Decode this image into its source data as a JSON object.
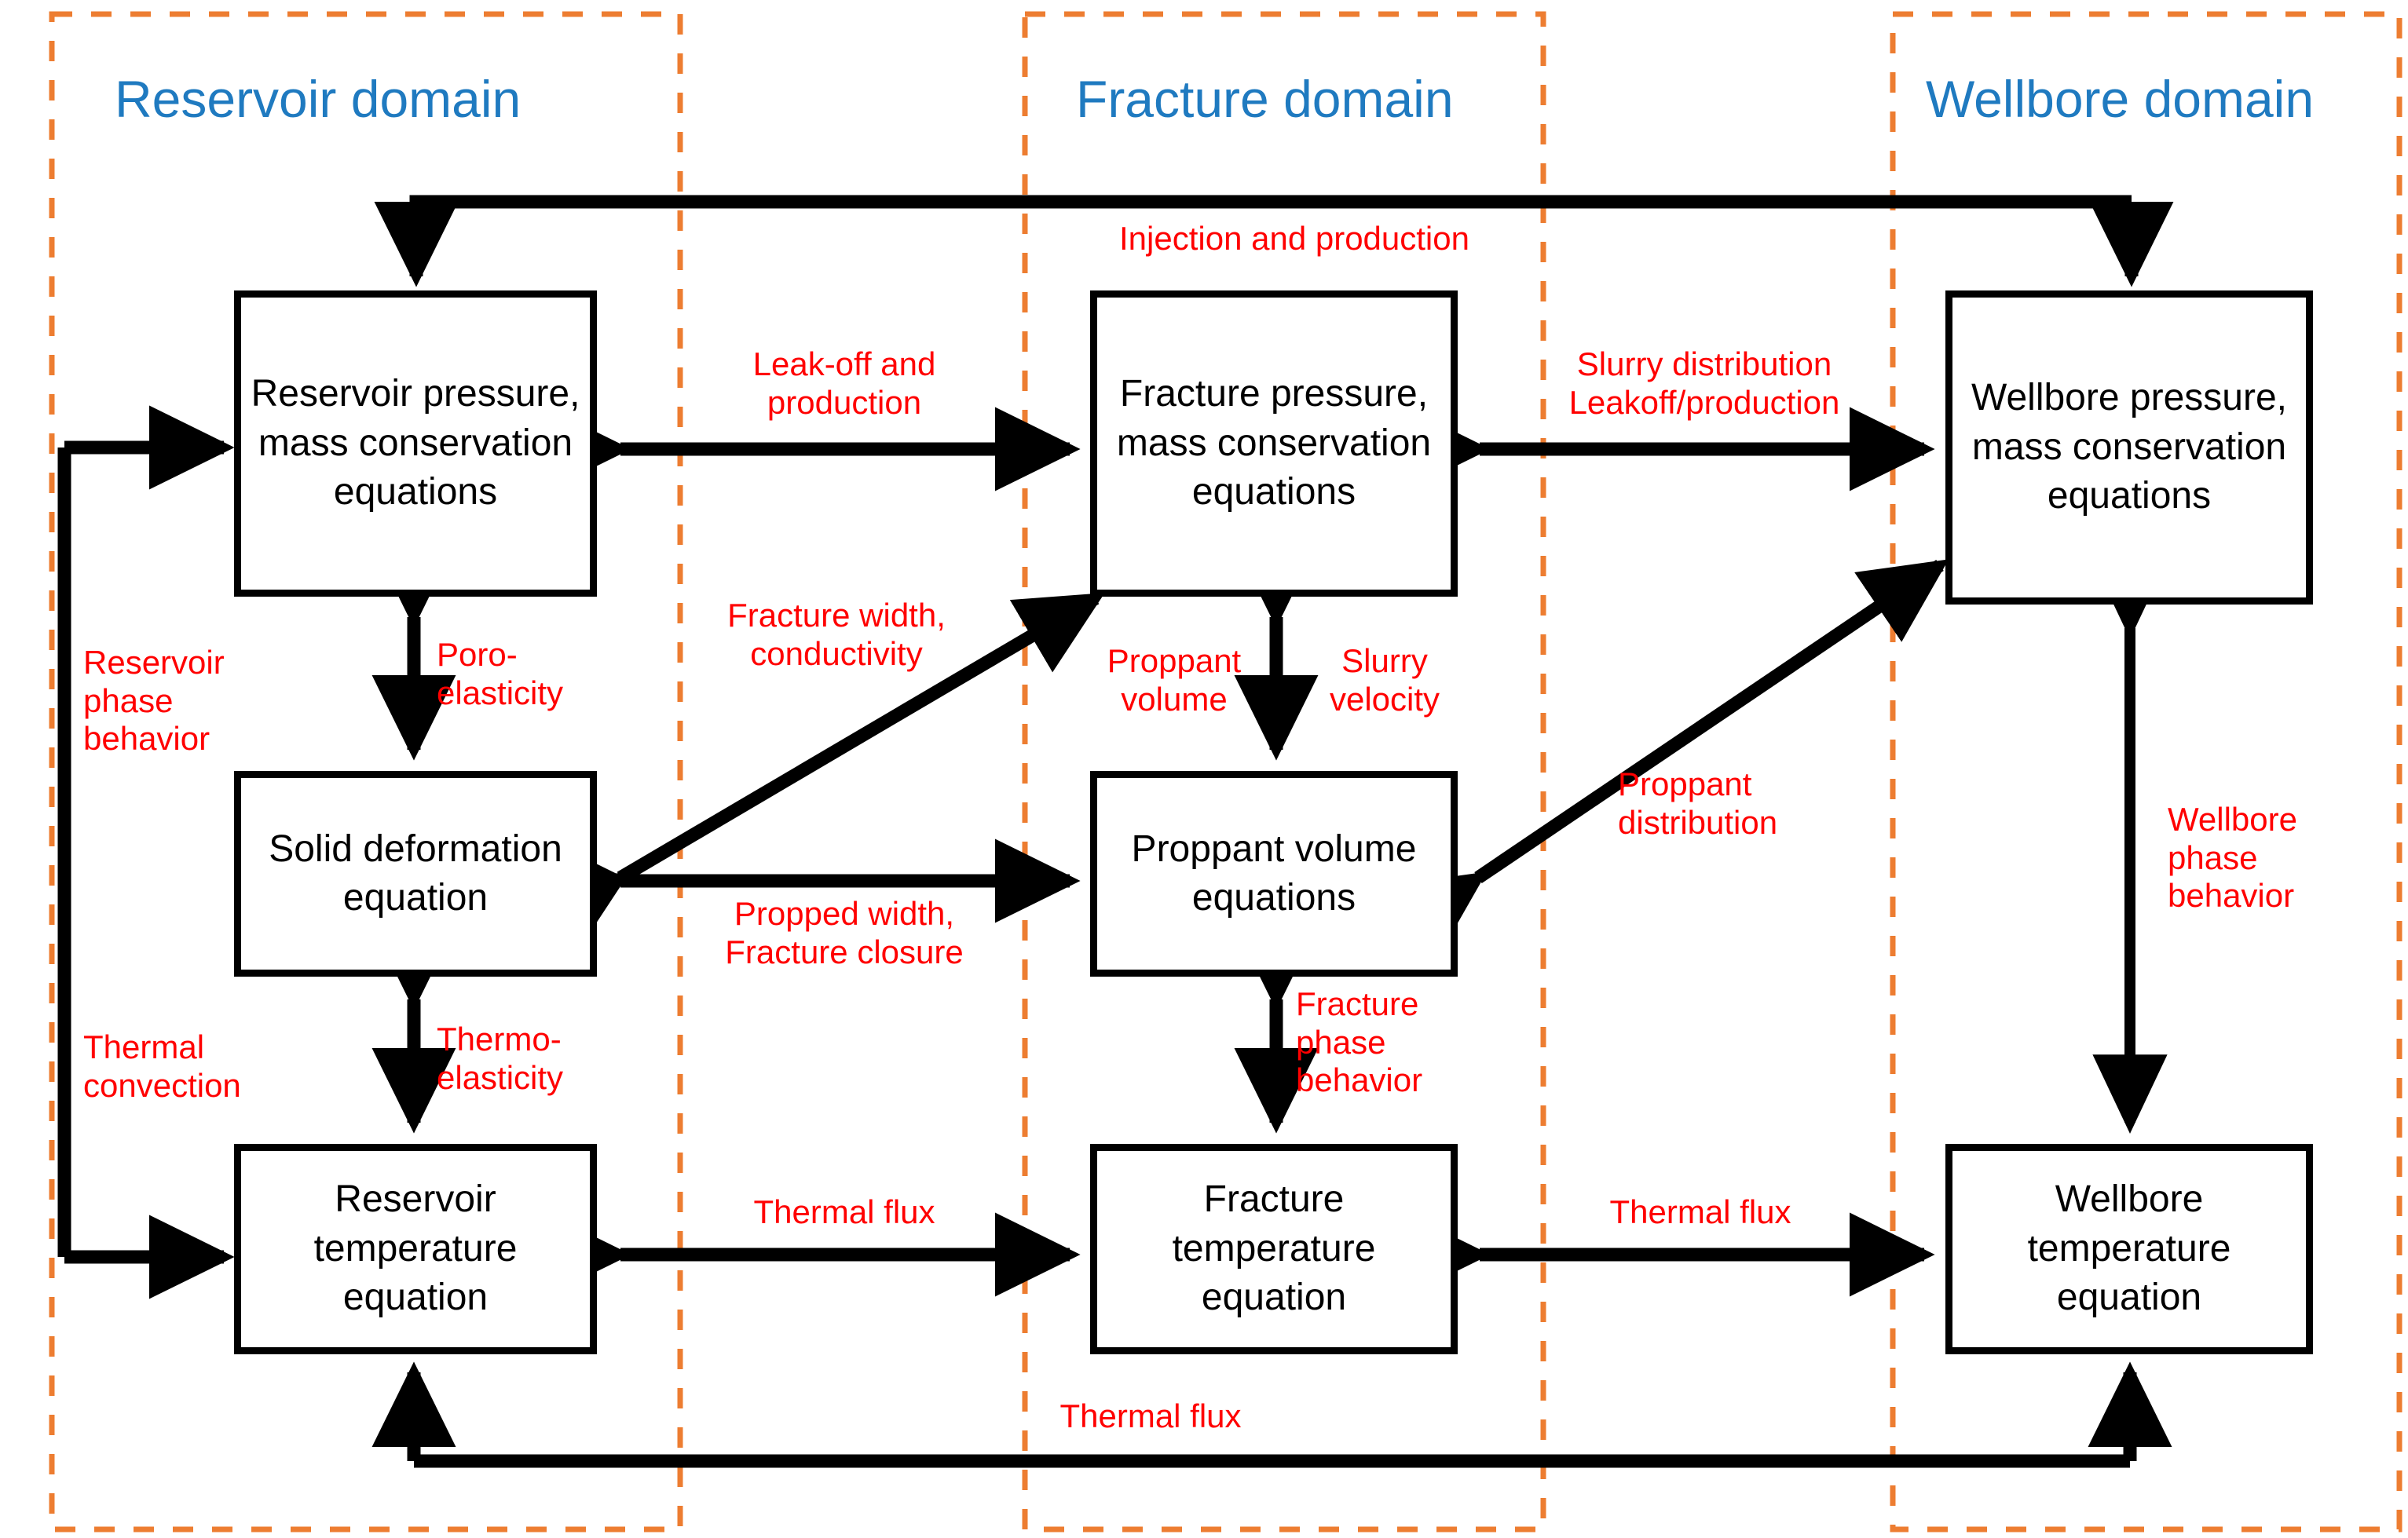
{
  "diagram": {
    "title": "Coupled reservoir-fracture-wellbore simulation model",
    "colors": {
      "domain_title": "#1f7ac0",
      "domain_border": "#ed7d31",
      "edge_label": "#ff0000",
      "node_border": "#000000",
      "background": "#ffffff"
    },
    "domains": [
      {
        "id": "reservoir",
        "label": "Reservoir domain"
      },
      {
        "id": "fracture",
        "label": "Fracture domain"
      },
      {
        "id": "wellbore",
        "label": "Wellbore domain"
      }
    ],
    "nodes": [
      {
        "id": "reservoir-pressure",
        "label": "Reservoir pressure, mass conservation equations"
      },
      {
        "id": "fracture-pressure",
        "label": "Fracture pressure, mass conservation equations"
      },
      {
        "id": "wellbore-pressure",
        "label": "Wellbore pressure, mass conservation equations"
      },
      {
        "id": "solid-deformation",
        "label": "Solid deformation equation"
      },
      {
        "id": "proppant-volume",
        "label": "Proppant volume equations"
      },
      {
        "id": "reservoir-temperature",
        "label": "Reservoir temperature equation"
      },
      {
        "id": "fracture-temperature",
        "label": "Fracture temperature equation"
      },
      {
        "id": "wellbore-temperature",
        "label": "Wellbore temperature equation"
      }
    ],
    "edge_labels": [
      {
        "id": "injection-and-production",
        "text": "Injection and production"
      },
      {
        "id": "leak-off-and-production",
        "text": "Leak-off and\nproduction"
      },
      {
        "id": "slurry-distribution-leakoff",
        "text": "Slurry distribution\nLeakoff/production"
      },
      {
        "id": "reservoir-phase-behavior",
        "text": "Reservoir\nphase\nbehavior"
      },
      {
        "id": "poro-elasticity",
        "text": "Poro-\nelasticity"
      },
      {
        "id": "fracture-width-conductivity",
        "text": "Fracture width,\nconductivity"
      },
      {
        "id": "proppant-volume-label",
        "text": "Proppant\nvolume"
      },
      {
        "id": "slurry-velocity",
        "text": "Slurry\nvelocity"
      },
      {
        "id": "proppant-distribution",
        "text": "Proppant\ndistribution"
      },
      {
        "id": "wellbore-phase-behavior",
        "text": "Wellbore\nphase\nbehavior"
      },
      {
        "id": "thermal-convection",
        "text": "Thermal\nconvection"
      },
      {
        "id": "thermo-elasticity",
        "text": "Thermo-\nelasticity"
      },
      {
        "id": "propped-width-fracture-closure",
        "text": "Propped width,\nFracture closure"
      },
      {
        "id": "fracture-phase-behavior",
        "text": "Fracture\nphase\nbehavior"
      },
      {
        "id": "thermal-flux-res-frac",
        "text": "Thermal flux"
      },
      {
        "id": "thermal-flux-frac-well",
        "text": "Thermal flux"
      },
      {
        "id": "thermal-flux-bottom",
        "text": "Thermal flux"
      }
    ]
  }
}
